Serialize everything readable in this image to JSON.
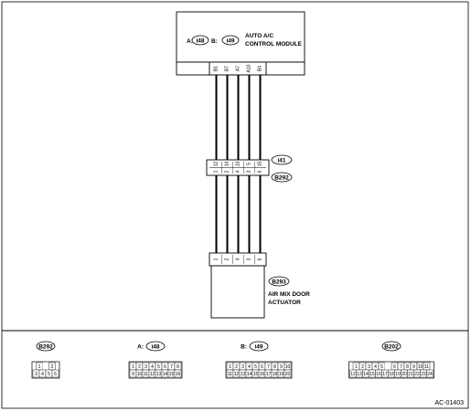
{
  "module": {
    "connector_a": "A:",
    "connector_a_id": "i48",
    "connector_b": "B:",
    "connector_b_id": "i49",
    "name_line1": "AUTO A/C",
    "name_line2": "CONTROL MODULE",
    "pins": [
      "B1",
      "B7",
      "A7",
      "A10",
      "B4"
    ]
  },
  "junction": {
    "id_top": "i41",
    "id_bottom": "B292",
    "pins_left": [
      "12",
      "14",
      "13",
      "5",
      "15"
    ],
    "pins_right": [
      "1",
      "2",
      "4",
      "3",
      "6"
    ]
  },
  "actuator": {
    "connector_id": "B293",
    "name_line1": "AIR MIX DOOR",
    "name_line2": "ACTUATOR",
    "pins": [
      "1",
      "2",
      "4",
      "3",
      "6"
    ]
  },
  "legend": [
    {
      "prefix": "",
      "id": "B292",
      "rows": [
        [
          "1",
          "",
          "2"
        ],
        [
          "3",
          "4",
          "5",
          "6"
        ]
      ]
    },
    {
      "prefix": "A:",
      "id": "i48",
      "rows": [
        [
          "1",
          "2",
          "3",
          "4",
          "5",
          "6",
          "7",
          "8"
        ],
        [
          "9",
          "10",
          "11",
          "12",
          "13",
          "14",
          "15",
          "16"
        ]
      ]
    },
    {
      "prefix": "B:",
      "id": "i49",
      "rows": [
        [
          "1",
          "2",
          "3",
          "4",
          "5",
          "6",
          "7",
          "8",
          "9",
          "10"
        ],
        [
          "11",
          "12",
          "13",
          "14",
          "15",
          "16",
          "17",
          "18",
          "19",
          "20"
        ]
      ]
    },
    {
      "prefix": "",
      "id": "B202",
      "rows": [
        [
          "1",
          "2",
          "3",
          "4",
          "5",
          "",
          "6",
          "7",
          "8",
          "9",
          "10",
          "11"
        ],
        [
          "12",
          "13",
          "14",
          "15",
          "16",
          "17",
          "18",
          "19",
          "20",
          "21",
          "22",
          "23",
          "24"
        ]
      ]
    }
  ],
  "figure_id": "AC-01403"
}
